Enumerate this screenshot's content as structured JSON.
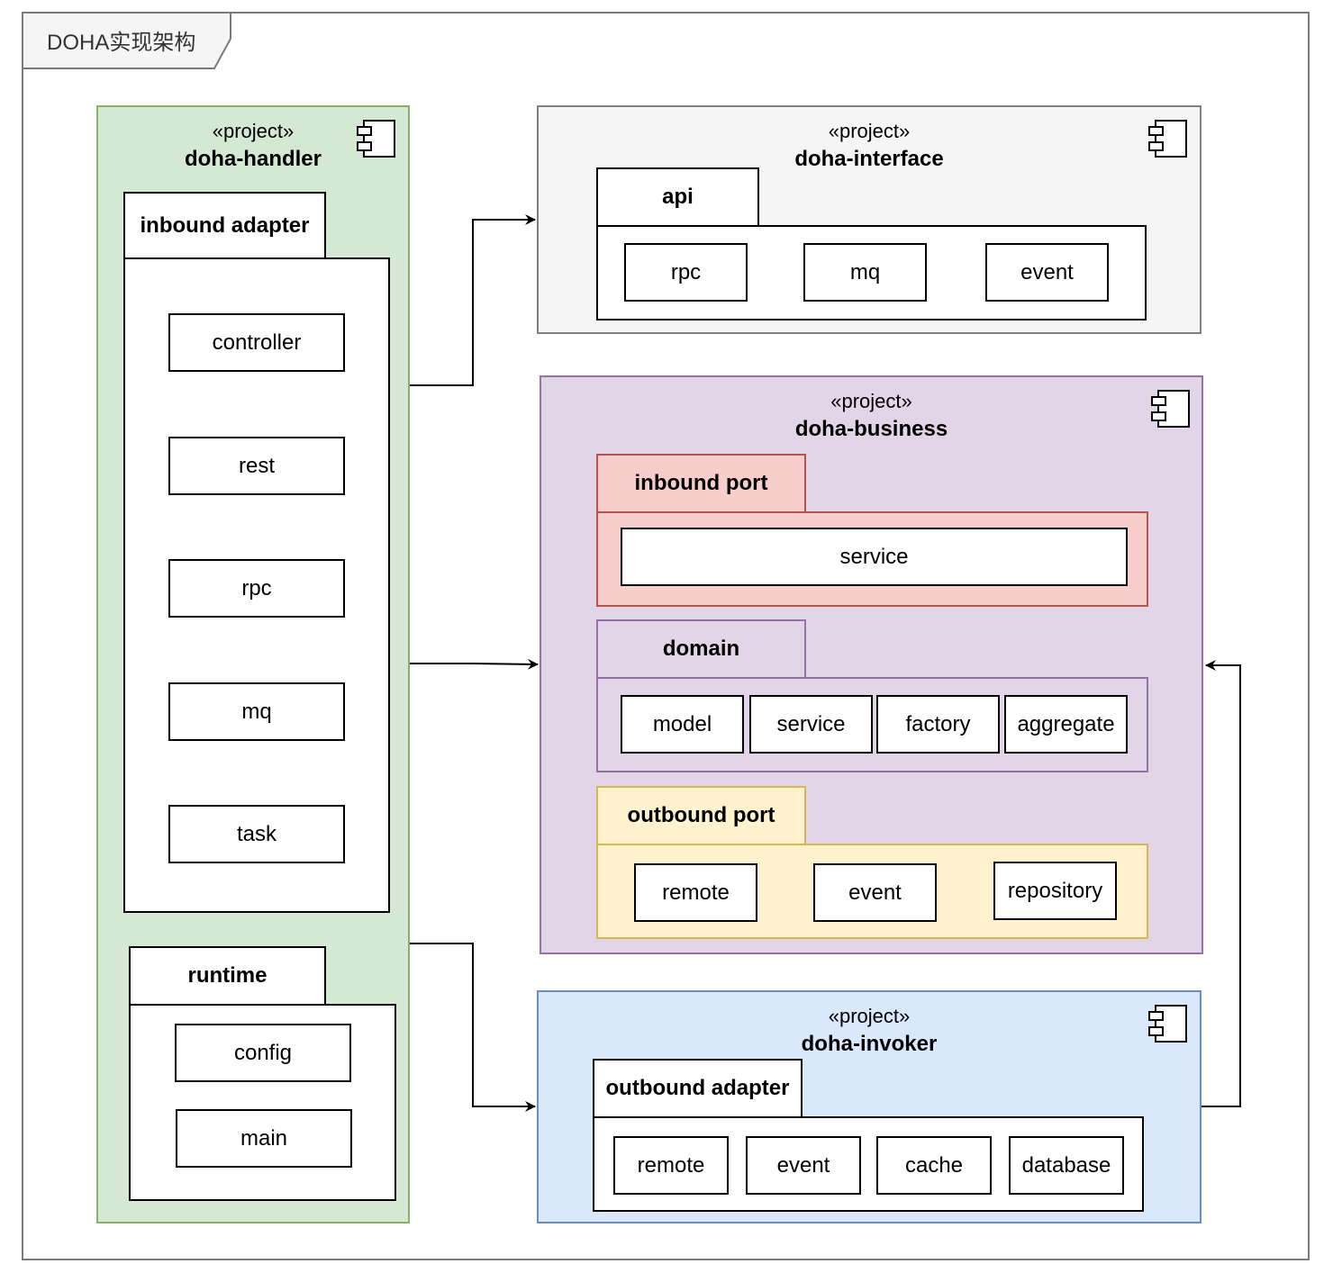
{
  "diagram_title": "DOHA实现架构",
  "stereotype": "«project»",
  "handler": {
    "name": "doha-handler",
    "inbound_adapter": {
      "label": "inbound adapter",
      "items": [
        "controller",
        "rest",
        "rpc",
        "mq",
        "task"
      ]
    },
    "runtime": {
      "label": "runtime",
      "items": [
        "config",
        "main"
      ]
    }
  },
  "interface": {
    "name": "doha-interface",
    "api": {
      "label": "api",
      "items": [
        "rpc",
        "mq",
        "event"
      ]
    }
  },
  "business": {
    "name": "doha-business",
    "inbound_port": {
      "label": "inbound port",
      "items": [
        "service"
      ]
    },
    "domain": {
      "label": "domain",
      "items": [
        "model",
        "service",
        "factory",
        "aggregate"
      ]
    },
    "outbound_port": {
      "label": "outbound port",
      "items": [
        "remote",
        "event",
        "repository"
      ]
    }
  },
  "invoker": {
    "name": "doha-invoker",
    "outbound_adapter": {
      "label": "outbound adapter",
      "items": [
        "remote",
        "event",
        "cache",
        "database"
      ]
    }
  },
  "colors": {
    "handler_fill": "#d5e8d4",
    "handler_border": "#82b366",
    "interface_fill": "#f5f5f5",
    "interface_border": "#808080",
    "business_fill": "#e1d5e7",
    "business_border": "#9673a6",
    "invoker_fill": "#dae8fc",
    "invoker_border": "#6c8ebf",
    "inbound_port_fill": "#f8cecc",
    "outbound_port_fill": "#fff2cc"
  },
  "icons": [
    "component-icon"
  ]
}
